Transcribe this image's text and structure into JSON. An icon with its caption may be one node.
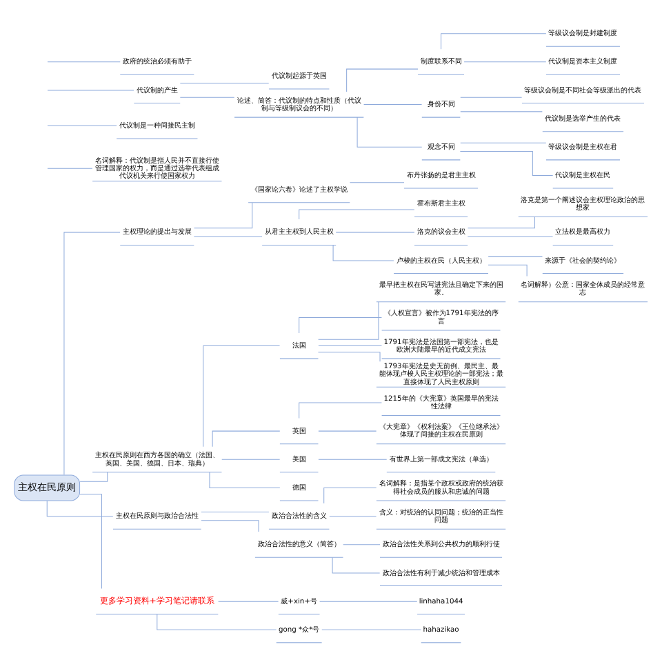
{
  "diagram": {
    "nodes": [
      {
        "text": [
          "主权在民原则"
        ]
      },
      {
        "text": [
          "主权理论的提出与发展"
        ]
      },
      {
        "text": [
          "《国家论六卷》论述了主权学说"
        ]
      },
      {
        "text": [
          "布丹张扬的是君主主权"
        ]
      },
      {
        "text": [
          "从君主主权到人民主权"
        ]
      },
      {
        "text": [
          "霍布斯君主主权"
        ]
      },
      {
        "text": [
          "洛克的议会主权"
        ]
      },
      {
        "text": [
          "洛克是第一个阐述议会主权理论政治的思想家"
        ]
      },
      {
        "text": [
          "立法权是最高权力"
        ]
      },
      {
        "text": [
          "卢梭的主权在民（人民主权）"
        ]
      },
      {
        "text": [
          "来源于《社会的契约论》"
        ]
      },
      {
        "text": [
          "名词解释）公意：国家全体成员的经常意志"
        ]
      },
      {
        "text": [
          "主权在民原则在西方各国的确立（法国、英国、美国、德国、日本、瑞典）"
        ]
      },
      {
        "text": [
          "法国"
        ]
      },
      {
        "text": [
          "最早把主权在民写进宪法且确定下来的国家。"
        ]
      },
      {
        "text": [
          "《人权宣言》被作为1791年宪法的序言"
        ]
      },
      {
        "text": [
          "1791年宪法是法国第一部宪法，也是欧洲大陆最早的近代成文宪法"
        ]
      },
      {
        "text": [
          "1793年宪法是史无前例、最民主、最能体现卢梭人民主权理论的一部宪法；最直接体现了人民主权原则"
        ]
      },
      {
        "text": [
          "英国"
        ]
      },
      {
        "text": [
          "1215年的《大宪章》英国最早的宪法性法律"
        ]
      },
      {
        "text": [
          "《大宪章》《权利法案》《王位继承法》体现了间接的主权在民原则"
        ]
      },
      {
        "text": [
          "美国"
        ]
      },
      {
        "text": [
          "有世界上第一部成文宪法（单选）"
        ]
      },
      {
        "text": [
          "德国"
        ]
      },
      {
        "text": [
          "主权在民原则与政治合法性"
        ]
      },
      {
        "text": [
          "政治合法性的含义"
        ]
      },
      {
        "text": [
          "名词解释：是指某个政权或政府的统治获得社会成员的服从和忠诚的问题"
        ]
      },
      {
        "text": [
          "含义：对统治的认同问题；统治的正当性问题"
        ]
      },
      {
        "text": [
          "政治合法性的意义（简答）"
        ]
      },
      {
        "text": [
          "政治合法性关系到公共权力的顺利行使"
        ]
      },
      {
        "text": [
          "政治合法性有利于减少统治和管理成本"
        ]
      },
      {
        "text": [
          "更多学习资料+学习笔记请联系"
        ]
      },
      {
        "text": [
          "威+xin+号"
        ]
      },
      {
        "text": [
          "linhaha1044"
        ]
      },
      {
        "text": [
          "gong *众*号"
        ]
      },
      {
        "text": [
          "hahazikao"
        ]
      },
      {
        "text": [
          "名词解释：代议制是指人民并不直接行使管理国家的权力，而是通过选举代表组成代议机关来行使国家权力"
        ]
      },
      {
        "text": [
          "代议制是一种间接民主制"
        ]
      },
      {
        "text": [
          "代议制的产生"
        ]
      },
      {
        "text": [
          "代议制起源于英国"
        ]
      },
      {
        "text": [
          "论述、简答：代议制的特点和性质（代议制与等级制议会的不同）"
        ]
      },
      {
        "text": [
          "制度联系不同"
        ]
      },
      {
        "text": [
          "等级议会制是封建制度"
        ]
      },
      {
        "text": [
          "代议制是资本主义制度"
        ]
      },
      {
        "text": [
          "身份不同"
        ]
      },
      {
        "text": [
          "等级议会制是不同社会等级派出的代表"
        ]
      },
      {
        "text": [
          "代议制是选举产生的代表"
        ]
      },
      {
        "text": [
          "观念不同"
        ]
      },
      {
        "text": [
          "等级议会制是主权在君"
        ]
      },
      {
        "text": [
          "代议制是主权在民"
        ]
      },
      {
        "text": [
          "政府的统治必须有助于"
        ]
      }
    ],
    "edges": [
      {
        "from": 0,
        "to": 1,
        "arrow": "none"
      },
      {
        "from": 1,
        "to": 2,
        "arrow": "none"
      },
      {
        "from": 2,
        "to": 3,
        "arrow": "none"
      },
      {
        "from": 1,
        "to": 4,
        "arrow": "none"
      },
      {
        "from": 4,
        "to": 5,
        "arrow": "none"
      },
      {
        "from": 4,
        "to": 6,
        "arrow": "none"
      },
      {
        "from": 6,
        "to": 7,
        "arrow": "none"
      },
      {
        "from": 6,
        "to": 8,
        "arrow": "none"
      },
      {
        "from": 4,
        "to": 9,
        "arrow": "none"
      },
      {
        "from": 9,
        "to": 10,
        "arrow": "none"
      },
      {
        "from": 9,
        "to": 11,
        "arrow": "none"
      },
      {
        "from": 0,
        "to": 12,
        "arrow": "none"
      },
      {
        "from": 12,
        "to": 13,
        "arrow": "none"
      },
      {
        "from": 13,
        "to": 14,
        "arrow": "none"
      },
      {
        "from": 13,
        "to": 15,
        "arrow": "none"
      },
      {
        "from": 13,
        "to": 16,
        "arrow": "none"
      },
      {
        "from": 13,
        "to": 17,
        "arrow": "none"
      },
      {
        "from": 12,
        "to": 18,
        "arrow": "none"
      },
      {
        "from": 18,
        "to": 19,
        "arrow": "none"
      },
      {
        "from": 18,
        "to": 20,
        "arrow": "none"
      },
      {
        "from": 12,
        "to": 21,
        "arrow": "none"
      },
      {
        "from": 21,
        "to": 22,
        "arrow": "none"
      },
      {
        "from": 12,
        "to": 23,
        "arrow": "none"
      },
      {
        "from": 0,
        "to": 24,
        "arrow": "none"
      },
      {
        "from": 24,
        "to": 25,
        "arrow": "none"
      },
      {
        "from": 25,
        "to": 26,
        "arrow": "none"
      },
      {
        "from": 25,
        "to": 27,
        "arrow": "none"
      },
      {
        "from": 24,
        "to": 28,
        "arrow": "none"
      },
      {
        "from": 28,
        "to": 29,
        "arrow": "none"
      },
      {
        "from": 28,
        "to": 30,
        "arrow": "none"
      },
      {
        "from": 0,
        "to": 31,
        "arrow": "none"
      },
      {
        "from": 31,
        "to": 32,
        "arrow": "none"
      },
      {
        "from": 32,
        "to": 33,
        "arrow": "none"
      },
      {
        "from": 31,
        "to": 34,
        "arrow": "none"
      },
      {
        "from": 34,
        "to": 35,
        "arrow": "none"
      },
      {
        "from": null,
        "to": 36,
        "arrow": "none"
      },
      {
        "from": null,
        "to": 37,
        "arrow": "none"
      },
      {
        "from": null,
        "to": 38,
        "arrow": "none"
      },
      {
        "from": 38,
        "to": 39,
        "arrow": "none"
      },
      {
        "from": 38,
        "to": 40,
        "arrow": "none"
      },
      {
        "from": 40,
        "to": 41,
        "arrow": "none"
      },
      {
        "from": 41,
        "to": 42,
        "arrow": "none"
      },
      {
        "from": 41,
        "to": 43,
        "arrow": "none"
      },
      {
        "from": 40,
        "to": 44,
        "arrow": "none"
      },
      {
        "from": 44,
        "to": 45,
        "arrow": "none"
      },
      {
        "from": 44,
        "to": 46,
        "arrow": "none"
      },
      {
        "from": 40,
        "to": 47,
        "arrow": "none"
      },
      {
        "from": 47,
        "to": 48,
        "arrow": "none"
      },
      {
        "from": 47,
        "to": 49,
        "arrow": "none"
      },
      {
        "from": null,
        "to": 50,
        "arrow": "none"
      }
    ]
  }
}
